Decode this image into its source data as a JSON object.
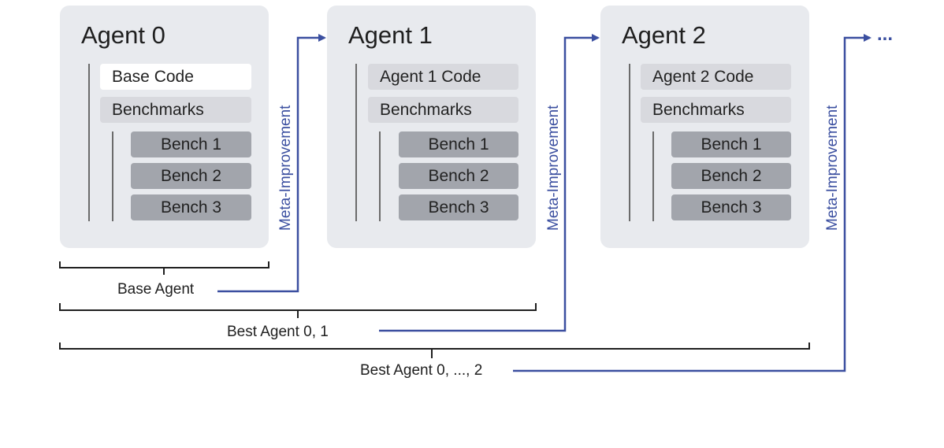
{
  "agents": [
    {
      "title": "Agent 0",
      "code_label": "Base Code",
      "benchmarks_label": "Benchmarks",
      "benches": [
        "Bench 1",
        "Bench 2",
        "Bench 3"
      ]
    },
    {
      "title": "Agent 1",
      "code_label": "Agent 1 Code",
      "benchmarks_label": "Benchmarks",
      "benches": [
        "Bench 1",
        "Bench 2",
        "Bench 3"
      ]
    },
    {
      "title": "Agent 2",
      "code_label": "Agent 2 Code",
      "benchmarks_label": "Benchmarks",
      "benches": [
        "Bench 1",
        "Bench 2",
        "Bench 3"
      ]
    }
  ],
  "selection_scopes": [
    {
      "label": "Base Agent"
    },
    {
      "label": "Best Agent 0, 1"
    },
    {
      "label": "Best Agent 0, ..., 2"
    }
  ],
  "meta_label": "Meta-Improvement",
  "continuation": "...",
  "colors": {
    "card_bg": "#e8eaee",
    "base_code_bg": "#ffffff",
    "box_bg": "#d8d9de",
    "bench_bg": "#a2a5ac",
    "arrow": "#3b4fa0"
  }
}
